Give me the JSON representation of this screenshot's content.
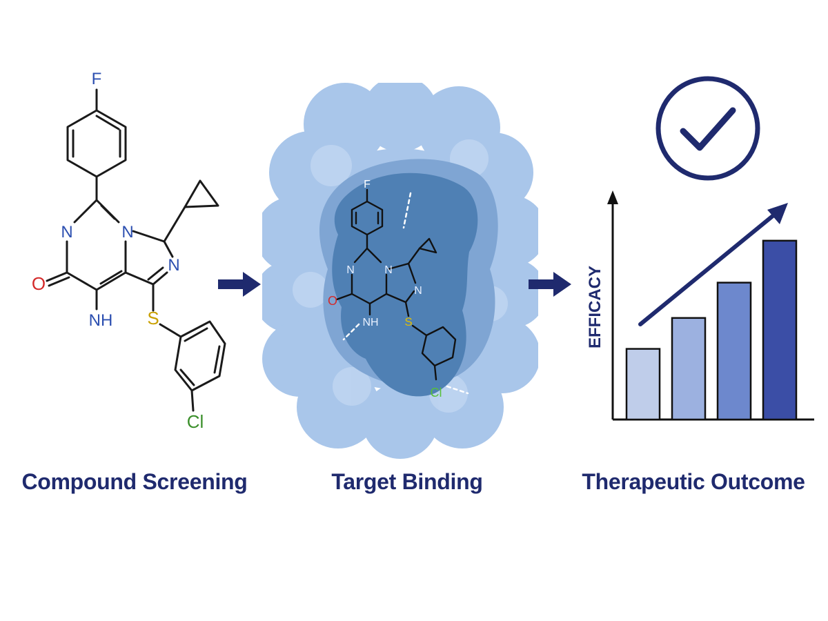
{
  "steps": [
    {
      "label": "Compound Screening"
    },
    {
      "label": "Target Binding"
    },
    {
      "label": "Therapeutic Outcome"
    }
  ],
  "molecule_atoms": {
    "fluorine": "F",
    "ring_n1": "N",
    "ring_n2": "N",
    "ring_n3": "N",
    "oxygen": "O",
    "amine": "NH",
    "sulfur": "S",
    "chlorine": "Cl"
  },
  "chart": {
    "ylabel": "EFFICACY"
  },
  "chart_data": {
    "type": "bar",
    "categories": [
      "",
      "",
      "",
      ""
    ],
    "values": [
      0.32,
      0.46,
      0.62,
      0.81
    ],
    "ylabel": "EFFICACY",
    "trend": "increasing"
  },
  "colors": {
    "navy": "#1f2a6e",
    "nitrogen": "#2c4fb0",
    "oxygen": "#d42a2a",
    "sulfur": "#c9a000",
    "chlorine": "#3a8f2a",
    "protein": "#a9c6ea",
    "pocket": "#4f80b4",
    "bars": [
      "#bfcdea",
      "#9cb1e0",
      "#6d88cd",
      "#3b4ea6"
    ]
  },
  "icons": [
    "arrow-right-icon",
    "checkmark-icon",
    "arrow-right-icon"
  ]
}
